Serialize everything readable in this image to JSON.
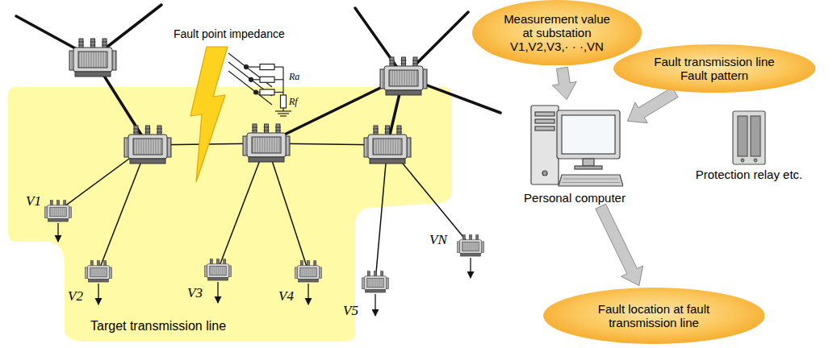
{
  "diagram": {
    "nodes": [
      {
        "text": [
          "Target transmission line"
        ]
      },
      {
        "text": [
          "Measurement value at substation V1,V2,V3,· · ·,VN"
        ]
      },
      {
        "text": [
          "Fault transmission line Fault pattern"
        ]
      },
      {
        "text": [
          "Personal computer"
        ]
      },
      {
        "text": [
          "Protection relay etc."
        ]
      },
      {
        "text": [
          "Fault location at fault transmission line"
        ]
      }
    ],
    "edges": [
      {
        "from": 1,
        "to": 3,
        "arrow": "to"
      },
      {
        "from": 2,
        "to": 3,
        "arrow": "to"
      },
      {
        "from": 3,
        "to": 5,
        "arrow": "to"
      }
    ],
    "labels": [
      "Fault point impedance",
      "Ra",
      "Rf",
      "V1",
      "V2",
      "V3",
      "V4",
      "V5",
      "VN"
    ]
  }
}
